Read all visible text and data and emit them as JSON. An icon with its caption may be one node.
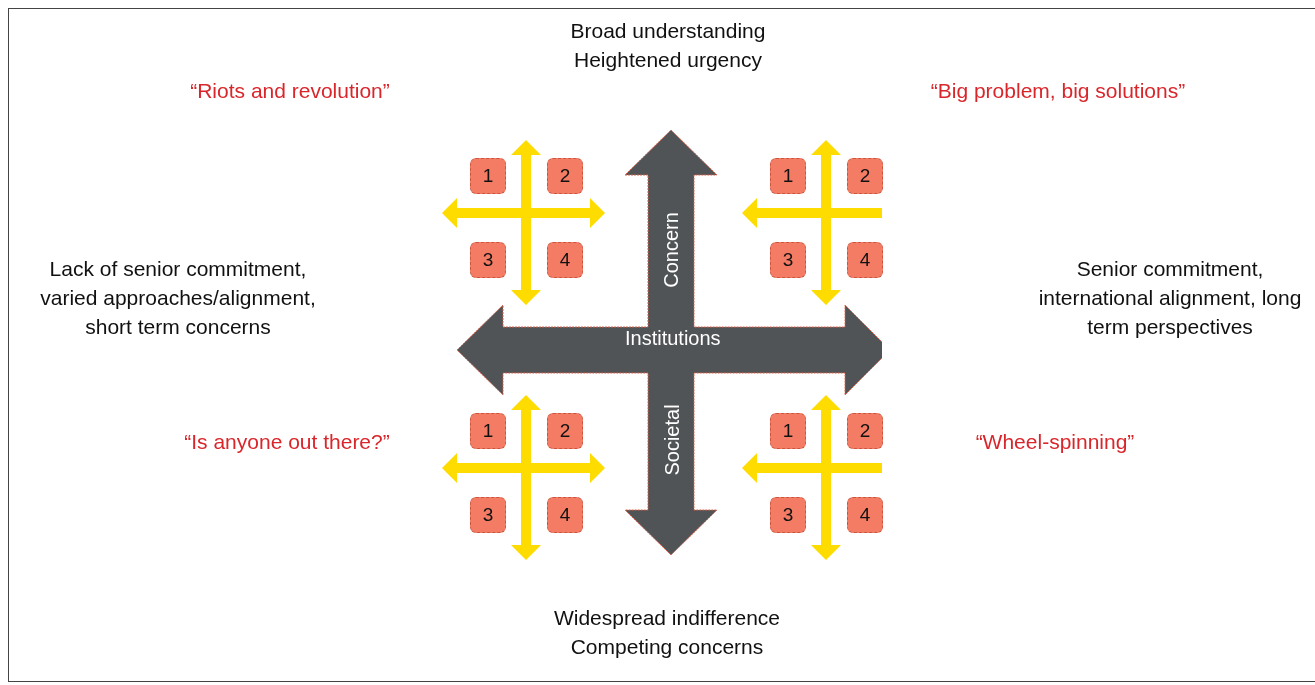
{
  "diagram": {
    "nodes": [
      {
        "text": [
          "1"
        ]
      },
      {
        "text": [
          "2"
        ]
      },
      {
        "text": [
          "1"
        ]
      },
      {
        "text": [
          "2"
        ]
      },
      {
        "text": [
          "3"
        ]
      },
      {
        "text": [
          "4"
        ]
      },
      {
        "text": [
          "3"
        ]
      },
      {
        "text": [
          "4"
        ]
      },
      {
        "text": [
          "1"
        ]
      },
      {
        "text": [
          "2"
        ]
      },
      {
        "text": [
          "1"
        ]
      },
      {
        "text": [
          "2"
        ]
      },
      {
        "text": [
          "3"
        ]
      },
      {
        "text": [
          "4"
        ]
      },
      {
        "text": [
          "3"
        ]
      },
      {
        "text": [
          "4"
        ]
      }
    ],
    "edges": [],
    "labels": [
      "Broad understanding Heightened urgency",
      "“Riots and revolution”",
      "“Big problem, big solutions”",
      "Concern",
      "Lack of senior commitment, varied approaches/alignment, short term concerns",
      "Senior commitment, international alignment, long term perspectives",
      "Institutions",
      "“Is anyone out there?”",
      "Societal",
      "“Wheel-spinning”",
      "Widespread indifference Competing concerns"
    ]
  }
}
